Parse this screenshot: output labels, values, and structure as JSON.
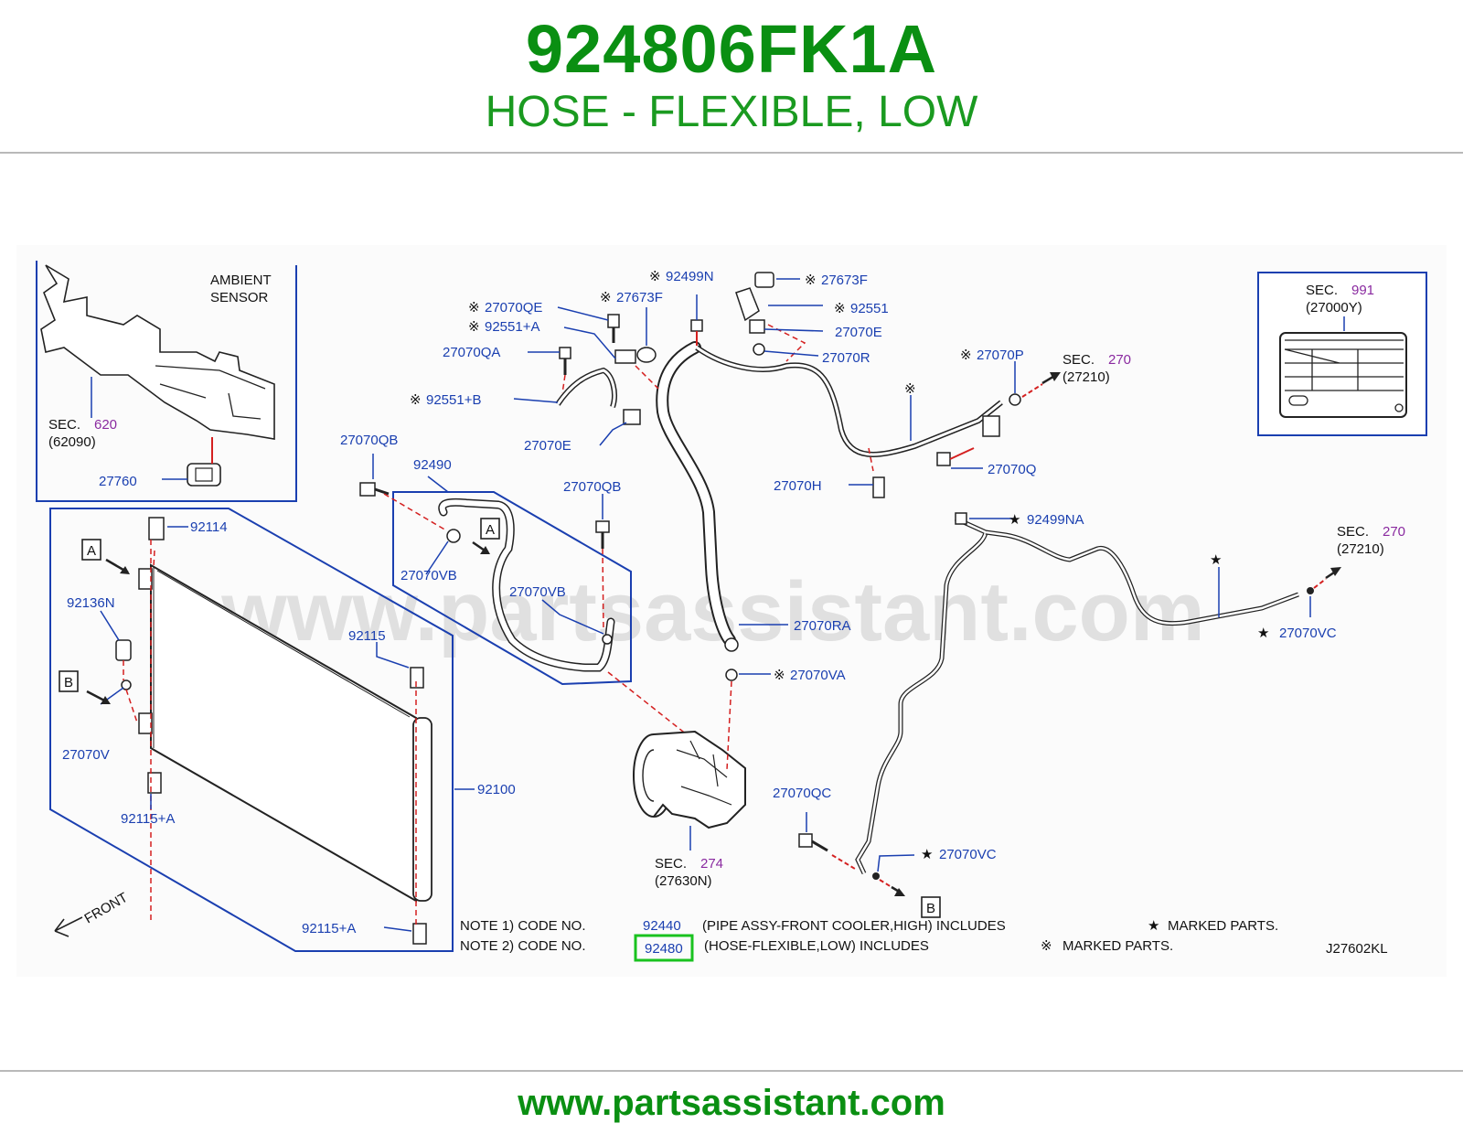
{
  "header": {
    "part_number": "924806FK1A",
    "part_name": "HOSE - FLEXIBLE, LOW"
  },
  "footer": {
    "url": "www.partsassistant.com"
  },
  "diagram": {
    "watermark": "www.partsassistant.com",
    "drawing_code": "J27602KL",
    "ambient_sensor_label_1": "AMBIENT",
    "ambient_sensor_label_2": "SENSOR",
    "front_label": "FRONT",
    "sec_prefix": "SEC.",
    "sec_620": "620",
    "ref_62090": "(62090)",
    "sec_991": "991",
    "ref_27000Y": "(27000Y)",
    "sec_270": "270",
    "ref_27210": "(27210)",
    "sec_274": "274",
    "ref_27630N": "(27630N)",
    "callout_a": "A",
    "callout_b": "B",
    "parts": {
      "p27760": "27760",
      "p92114": "92114",
      "p92136N": "92136N",
      "p27070V": "27070V",
      "p92115A": "92115+A",
      "p92115A2": "92115+A",
      "p92115": "92115",
      "p92100": "92100",
      "p27070QB1": "27070QB",
      "p92490": "92490",
      "p27070VB1": "27070VB",
      "p27070VB2": "27070VB",
      "p27070QB2": "27070QB",
      "p27070QE": "27070QE",
      "p92551A": "92551+A",
      "p27070QA": "27070QA",
      "p92551B": "92551+B",
      "p27070E1": "27070E",
      "p27673F1": "27673F",
      "p92499N": "92499N",
      "p27673F2": "27673F",
      "p92551": "92551",
      "p27070E2": "27070E",
      "p27070R": "27070R",
      "p27070P": "27070P",
      "p27070Q": "27070Q",
      "p27070H": "27070H",
      "p92499NA": "92499NA",
      "p27070RA": "27070RA",
      "p27070VA": "27070VA",
      "p27070QC": "27070QC",
      "p27070VC1": "27070VC",
      "p27070VC2": "27070VC"
    },
    "notes": [
      {
        "prefix": "NOTE  1)  CODE  NO.",
        "code": "92440",
        "desc": "(PIPE  ASSY-FRONT  COOLER,HIGH)  INCLUDES",
        "marker": "★",
        "marked": "MARKED  PARTS."
      },
      {
        "prefix": "NOTE  2)  CODE  NO.",
        "code": "92480",
        "desc": "(HOSE-FLEXIBLE,LOW)  INCLUDES",
        "marker": "※",
        "marked": "MARKED  PARTS."
      }
    ],
    "symbols": {
      "kome": "※",
      "star": "★"
    }
  },
  "colors": {
    "title_green": "#0a8f12",
    "label_blue": "#1a3fb0",
    "section_purple": "#8a2aa0",
    "highlight_green": "#19c21f",
    "leader_red": "#d42020"
  }
}
